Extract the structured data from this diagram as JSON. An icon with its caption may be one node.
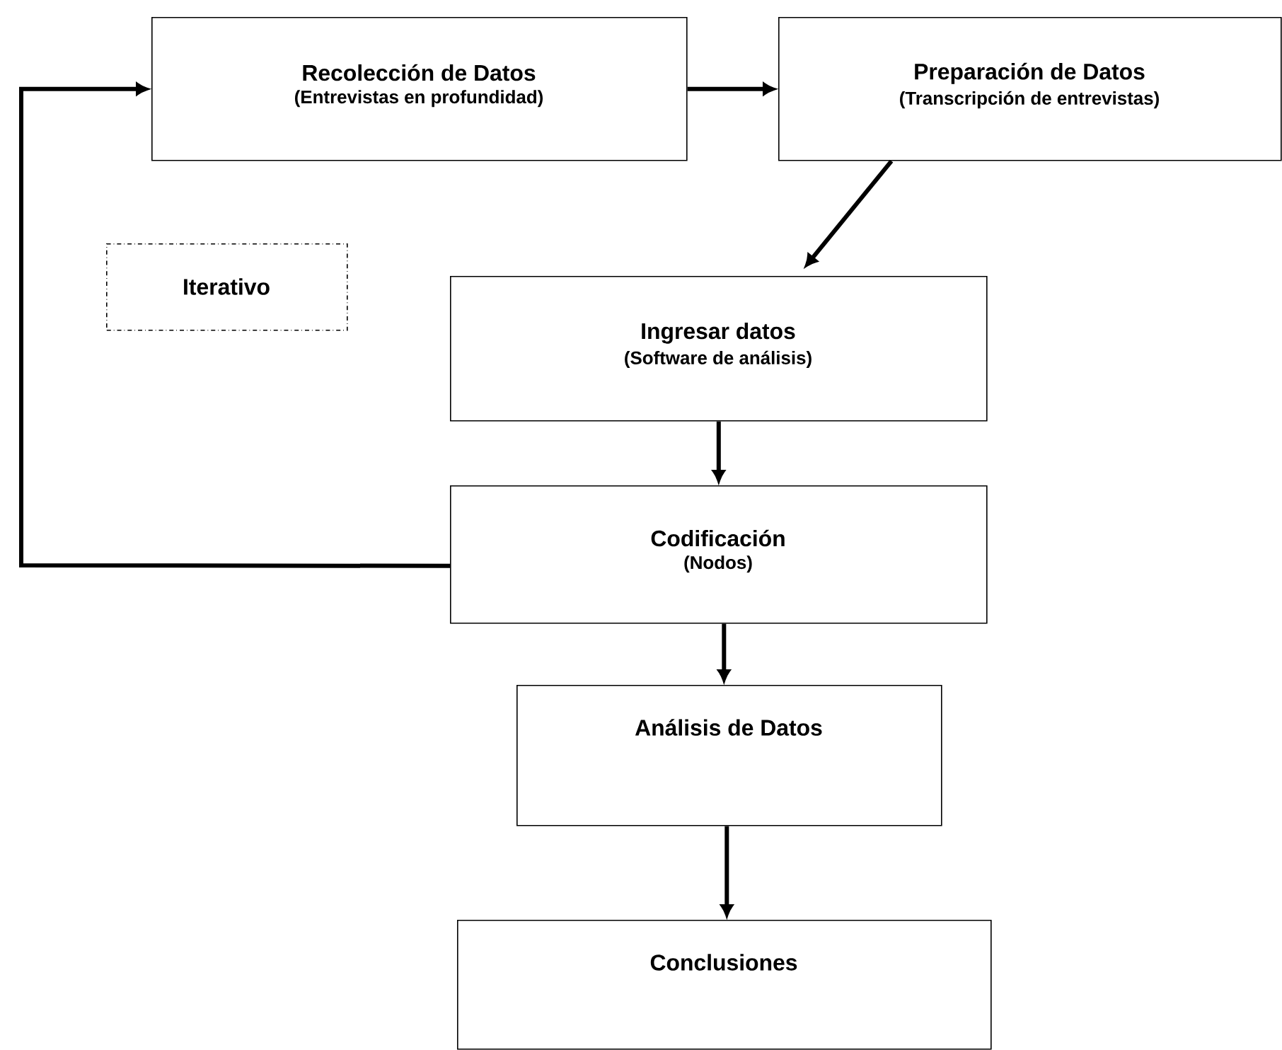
{
  "diagram": {
    "nodes": [
      {
        "text": [
          "Recolección de Datos",
          "(Entrevistas en profundidad)"
        ]
      },
      {
        "text": [
          "Preparación de Datos",
          "(Transcripción de entrevistas)"
        ]
      },
      {
        "text": [
          "Iterativo"
        ]
      },
      {
        "text": [
          "Ingresar datos",
          "(Software de análisis)"
        ]
      },
      {
        "text": [
          "Codificación",
          "(Nodos)"
        ]
      },
      {
        "text": [
          "Análisis de Datos"
        ]
      },
      {
        "text": [
          "Conclusiones"
        ]
      }
    ],
    "edges": [
      {
        "from": 0,
        "to": 1,
        "arrow": "to"
      },
      {
        "from": 1,
        "to": 3,
        "arrow": "to"
      },
      {
        "from": 3,
        "to": 4,
        "arrow": "to"
      },
      {
        "from": 4,
        "to": 0,
        "arrow": "to"
      },
      {
        "from": 4,
        "to": 5,
        "arrow": "to"
      },
      {
        "from": 5,
        "to": 6,
        "arrow": "to"
      }
    ]
  }
}
